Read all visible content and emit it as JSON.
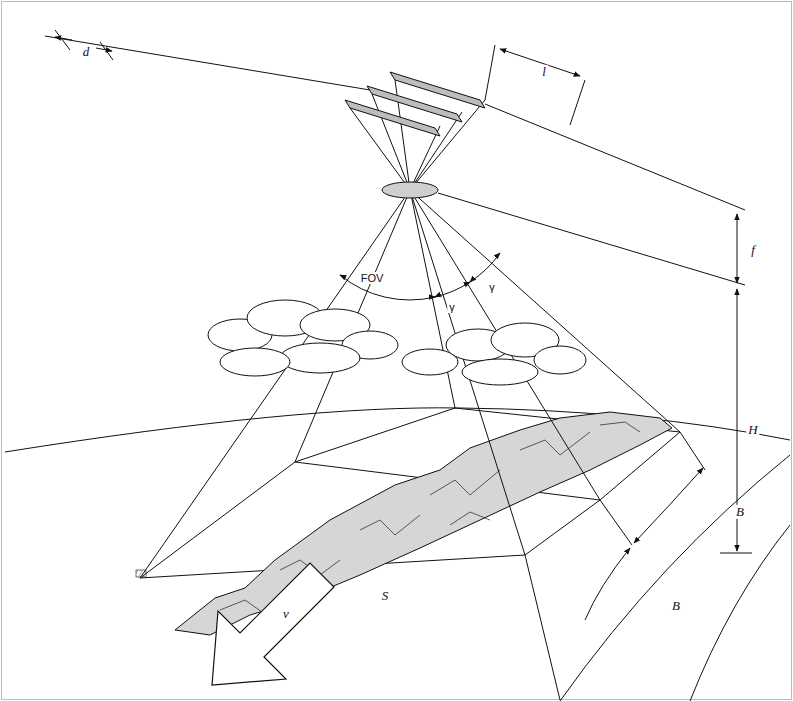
{
  "diagram": {
    "labels": [
      "d",
      "l",
      "f",
      "FOV",
      "γ",
      "γ",
      "H",
      "B",
      "B",
      "S",
      "v"
    ]
  }
}
